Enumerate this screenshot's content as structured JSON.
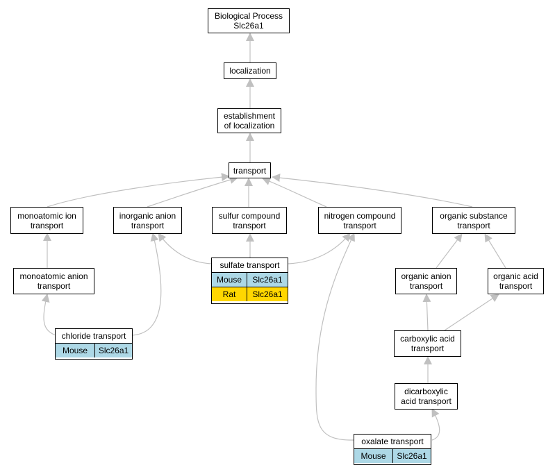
{
  "colors": {
    "edge": "#c0c0c0",
    "mouse": "#add8e6",
    "rat": "#ffd700"
  },
  "nodes": {
    "bp": "Biological Process\nSlc26a1",
    "localization": "localization",
    "establishment": "establishment\nof localization",
    "transport": "transport",
    "monoatomic_ion": "monoatomic ion\ntransport",
    "inorganic_anion": "inorganic anion\ntransport",
    "sulfur_compound": "sulfur compound\ntransport",
    "nitrogen_compound": "nitrogen compound\ntransport",
    "organic_substance": "organic substance\ntransport",
    "monoatomic_anion": "monoatomic anion\ntransport",
    "organic_anion": "organic anion\ntransport",
    "organic_acid": "organic acid\ntransport",
    "carboxylic_acid": "carboxylic acid\ntransport",
    "dicarboxylic_acid": "dicarboxylic\nacid transport"
  },
  "gene_nodes": {
    "sulfate": {
      "title": "sulfate transport",
      "rows": [
        {
          "species": "Mouse",
          "gene": "Slc26a1",
          "color": "#add8e6"
        },
        {
          "species": "Rat",
          "gene": "Slc26a1",
          "color": "#ffd700"
        }
      ]
    },
    "chloride": {
      "title": "chloride transport",
      "rows": [
        {
          "species": "Mouse",
          "gene": "Slc26a1",
          "color": "#add8e6"
        }
      ]
    },
    "oxalate": {
      "title": "oxalate transport",
      "rows": [
        {
          "species": "Mouse",
          "gene": "Slc26a1",
          "color": "#add8e6"
        }
      ]
    }
  }
}
